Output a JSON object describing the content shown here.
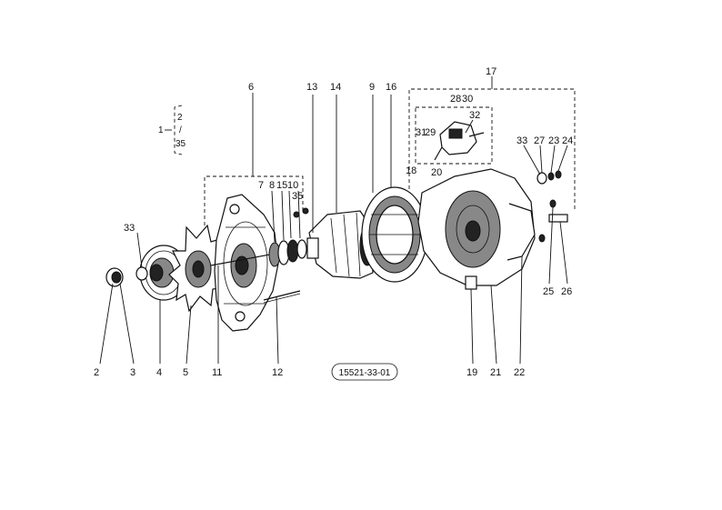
{
  "diagram": {
    "reference_code": "15521-33-01",
    "bracket_note": {
      "lines": [
        "2",
        "/",
        "35"
      ],
      "prefix": "1"
    },
    "callouts": [
      {
        "id": "n2",
        "label": "2"
      },
      {
        "id": "n3",
        "label": "3"
      },
      {
        "id": "n4",
        "label": "4"
      },
      {
        "id": "n5",
        "label": "5"
      },
      {
        "id": "n6",
        "label": "6"
      },
      {
        "id": "n7",
        "label": "7"
      },
      {
        "id": "n8",
        "label": "8"
      },
      {
        "id": "n9",
        "label": "9"
      },
      {
        "id": "n10",
        "label": "10"
      },
      {
        "id": "n11",
        "label": "11"
      },
      {
        "id": "n12",
        "label": "12"
      },
      {
        "id": "n13",
        "label": "13"
      },
      {
        "id": "n14",
        "label": "14"
      },
      {
        "id": "n15",
        "label": "15"
      },
      {
        "id": "n16",
        "label": "16"
      },
      {
        "id": "n17",
        "label": "17"
      },
      {
        "id": "n18",
        "label": "18"
      },
      {
        "id": "n19",
        "label": "19"
      },
      {
        "id": "n20",
        "label": "20"
      },
      {
        "id": "n21",
        "label": "21"
      },
      {
        "id": "n22",
        "label": "22"
      },
      {
        "id": "n23",
        "label": "23"
      },
      {
        "id": "n24",
        "label": "24"
      },
      {
        "id": "n25",
        "label": "25"
      },
      {
        "id": "n26",
        "label": "26"
      },
      {
        "id": "n27",
        "label": "27"
      },
      {
        "id": "n28",
        "label": "28"
      },
      {
        "id": "n29",
        "label": "29"
      },
      {
        "id": "n30",
        "label": "30"
      },
      {
        "id": "n31",
        "label": "31"
      },
      {
        "id": "n32",
        "label": "32"
      },
      {
        "id": "n33a",
        "label": "33"
      },
      {
        "id": "n33b",
        "label": "33"
      },
      {
        "id": "n35",
        "label": "35"
      }
    ]
  }
}
